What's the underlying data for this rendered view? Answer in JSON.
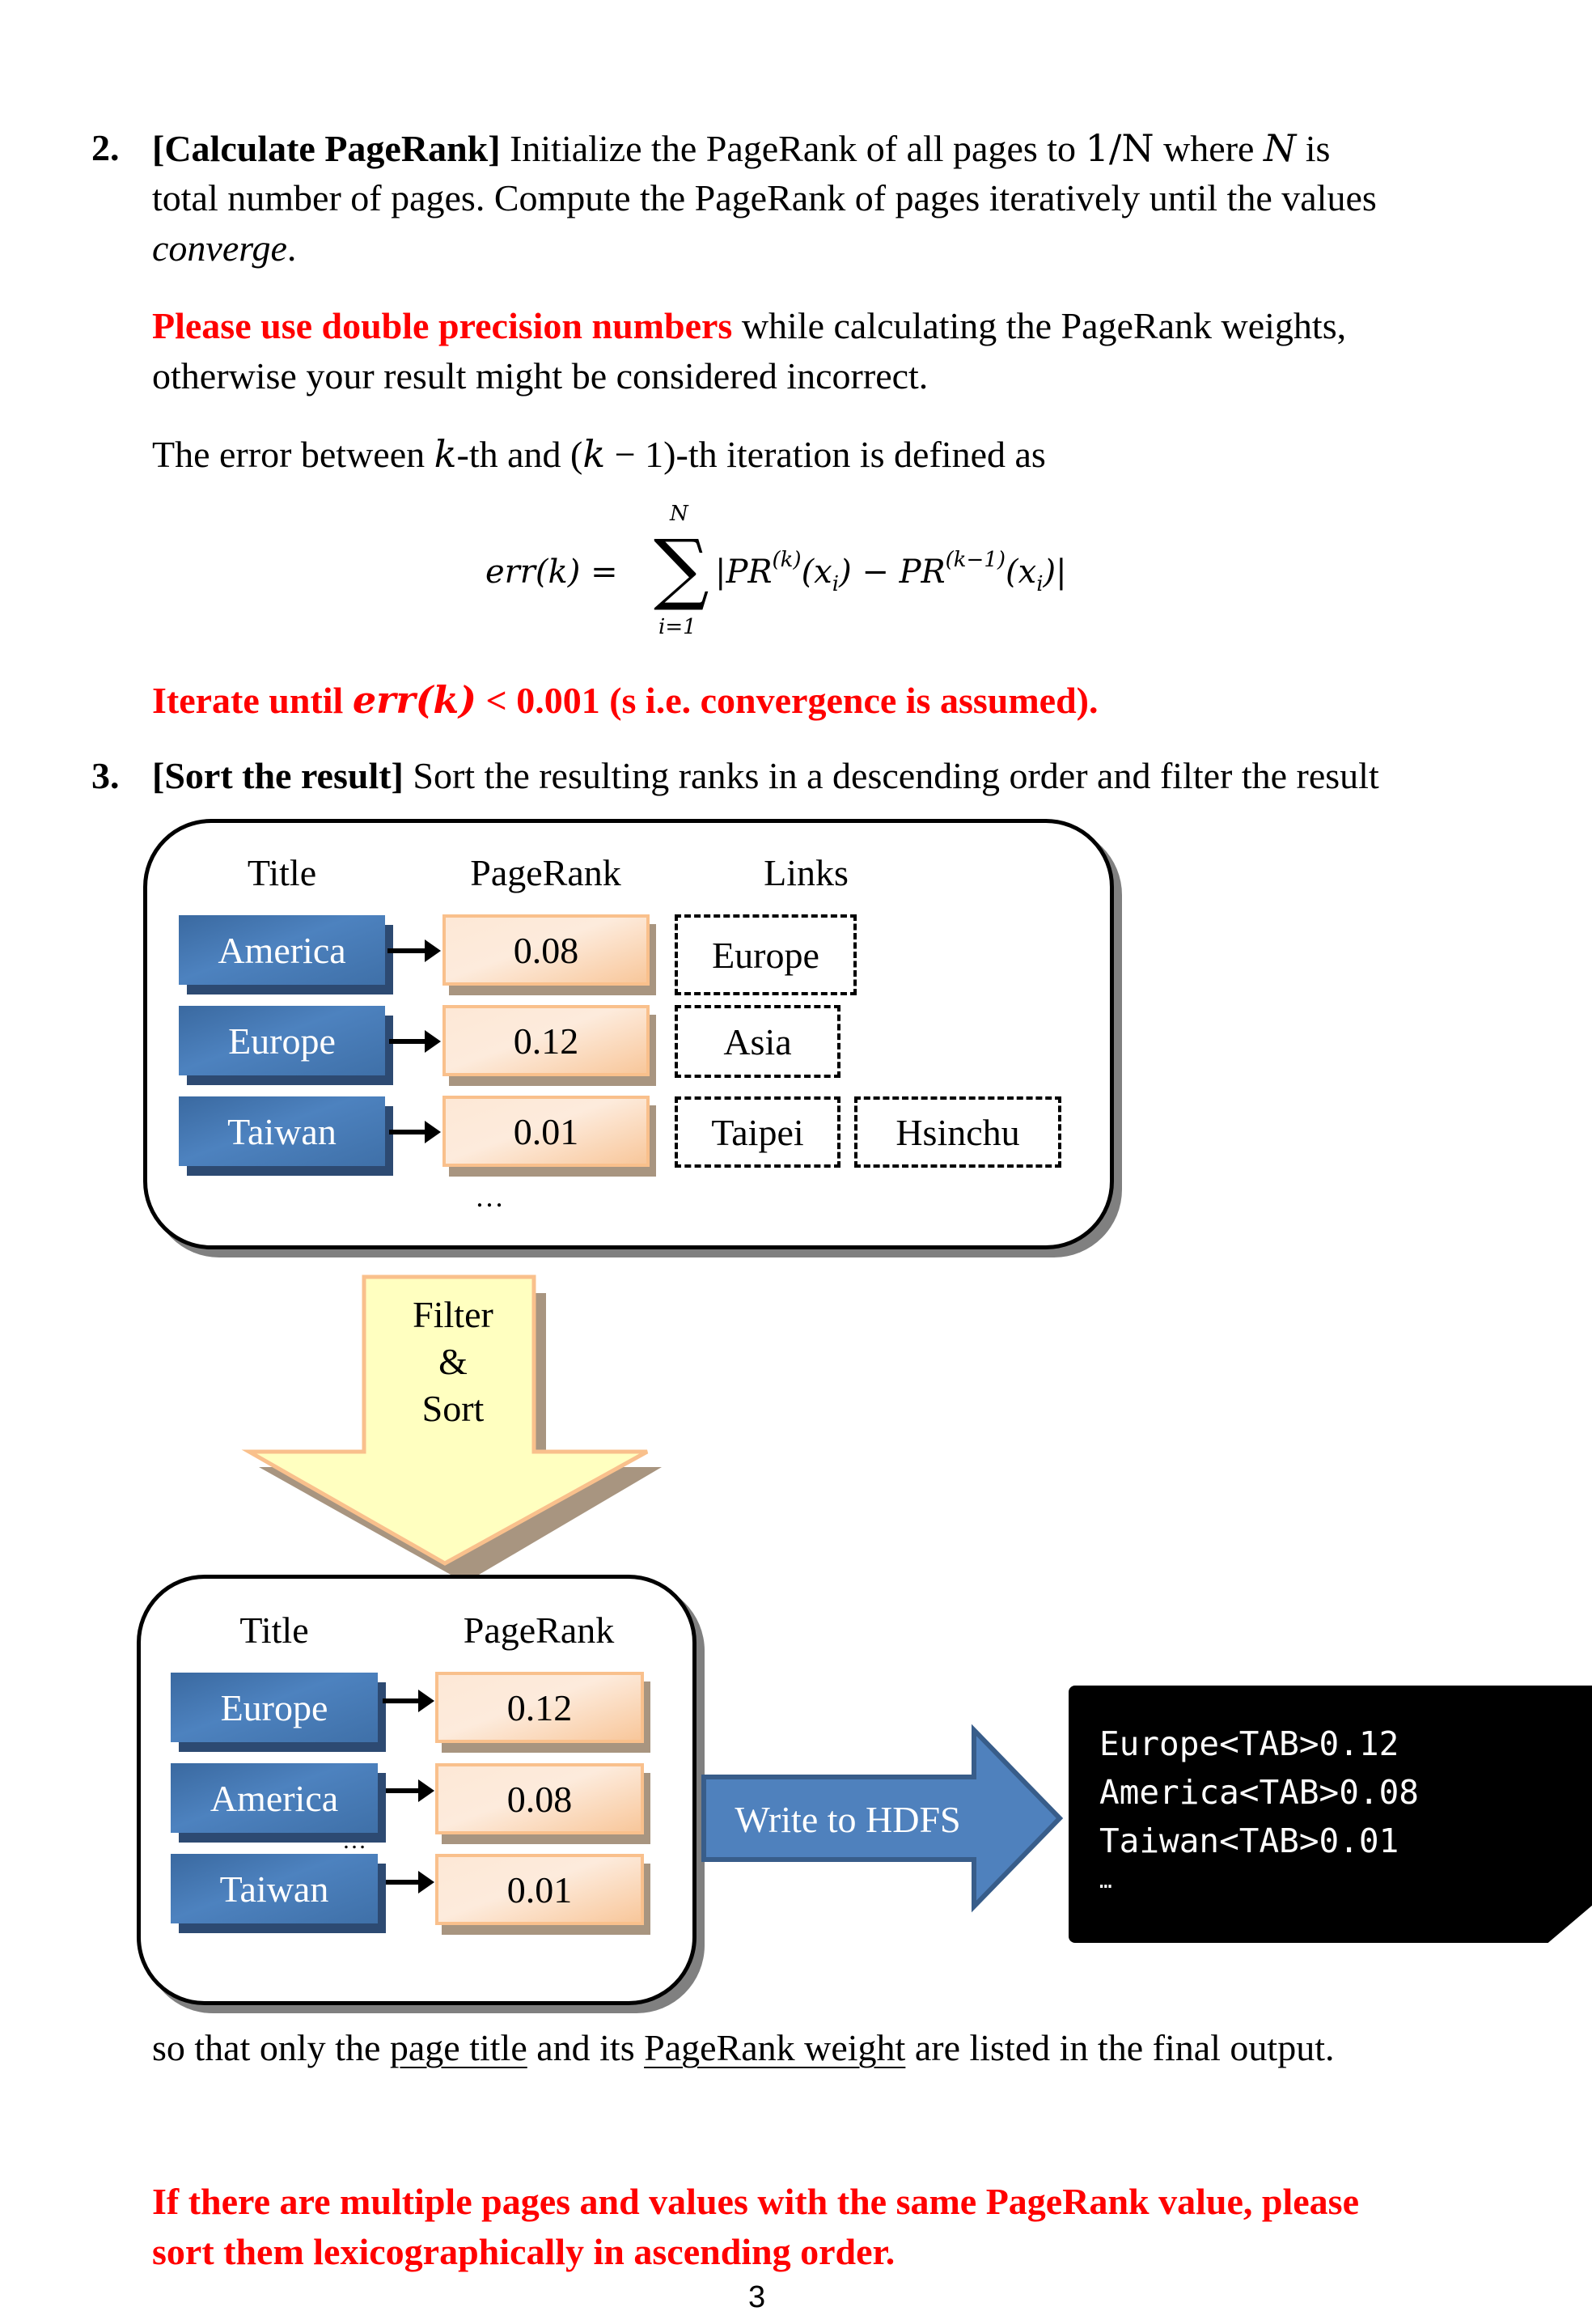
{
  "section2": {
    "number": "2.",
    "heading": "[Calculate PageRank]",
    "line1_rest_a": " Initialize the PageRank of all pages to ",
    "init_value": "1/N",
    "line1_rest_b": " where ",
    "var_N": "N",
    "line1_rest_c": " is",
    "line2": "total number of pages. Compute the PageRank of pages iteratively until the values",
    "line3_italic": "converge",
    "line3_end": ".",
    "precision_red": "Please use double precision numbers",
    "precision_rest": " while calculating the PageRank weights,",
    "precision_line2": "otherwise your result might be considered incorrect.",
    "error_def_a": "The error between ",
    "error_k": "k",
    "error_def_b": "-th and (",
    "error_k2": "k",
    "error_def_c": " − 1)-th iteration is defined as",
    "formula": {
      "lhs": "err(k) =",
      "sum_upper": "N",
      "sum_lower": "i=1",
      "sum_symbol": "∑",
      "term_a": "|PR",
      "sup_a": "(k)",
      "arg_a": "(x",
      "sub_a": "i",
      "close_a": ")",
      "minus": " − PR",
      "sup_b": "(k−1)",
      "arg_b": "(x",
      "sub_b": "i",
      "close_b": ")|"
    },
    "iterate_a": "Iterate until ",
    "iterate_expr": "err(k)",
    "iterate_b": " < 0.001 (s i.e. convergence is assumed)."
  },
  "section3": {
    "number": "3.",
    "heading": "[Sort the result]",
    "text": " Sort the resulting ranks in a descending order and filter the result",
    "after_a": "so that only the ",
    "after_ul1": "page title",
    "after_b": " and its ",
    "after_ul2": "PageRank weight",
    "after_c": " are listed in the final output.",
    "note_line1": "If there are multiple pages and values with the same PageRank value, please",
    "note_line2": "sort them lexicographically in ascending order."
  },
  "diagram": {
    "input_panel": {
      "headers": {
        "title": "Title",
        "pagerank": "PageRank",
        "links": "Links"
      },
      "rows": [
        {
          "title": "America",
          "pagerank": "0.08",
          "links": [
            "Europe"
          ]
        },
        {
          "title": "Europe",
          "pagerank": "0.12",
          "links": [
            "Asia"
          ]
        },
        {
          "title": "Taiwan",
          "pagerank": "0.01",
          "links": [
            "Taipei",
            "Hsinchu"
          ]
        }
      ],
      "more": "…"
    },
    "filter_arrow": {
      "line1": "Filter",
      "line2": "&",
      "line3": "Sort"
    },
    "output_panel": {
      "headers": {
        "title": "Title",
        "pagerank": "PageRank"
      },
      "rows": [
        {
          "title": "Europe",
          "pagerank": "0.12"
        },
        {
          "title": "America",
          "pagerank": "0.08"
        },
        {
          "title": "Taiwan",
          "pagerank": "0.01"
        }
      ],
      "more": "…"
    },
    "write_arrow": {
      "label": "Write to HDFS"
    },
    "hdfs_output": {
      "lines": [
        "Europe<TAB>0.12",
        "America<TAB>0.08",
        "Taiwan<TAB>0.01"
      ],
      "more": "…"
    },
    "colors": {
      "title_box": "#4a7ab5",
      "pagerank_box": "#fde5d0",
      "pagerank_border": "#f9c08c",
      "filter_arrow_fill": "#ffffc0",
      "filter_arrow_border": "#f9c08c",
      "write_arrow_fill": "#4f81bd",
      "write_arrow_border": "#385d8a",
      "terminal_bg": "#000000",
      "emphasis_red": "#ff0000"
    }
  },
  "footer": {
    "page_number": "3"
  }
}
